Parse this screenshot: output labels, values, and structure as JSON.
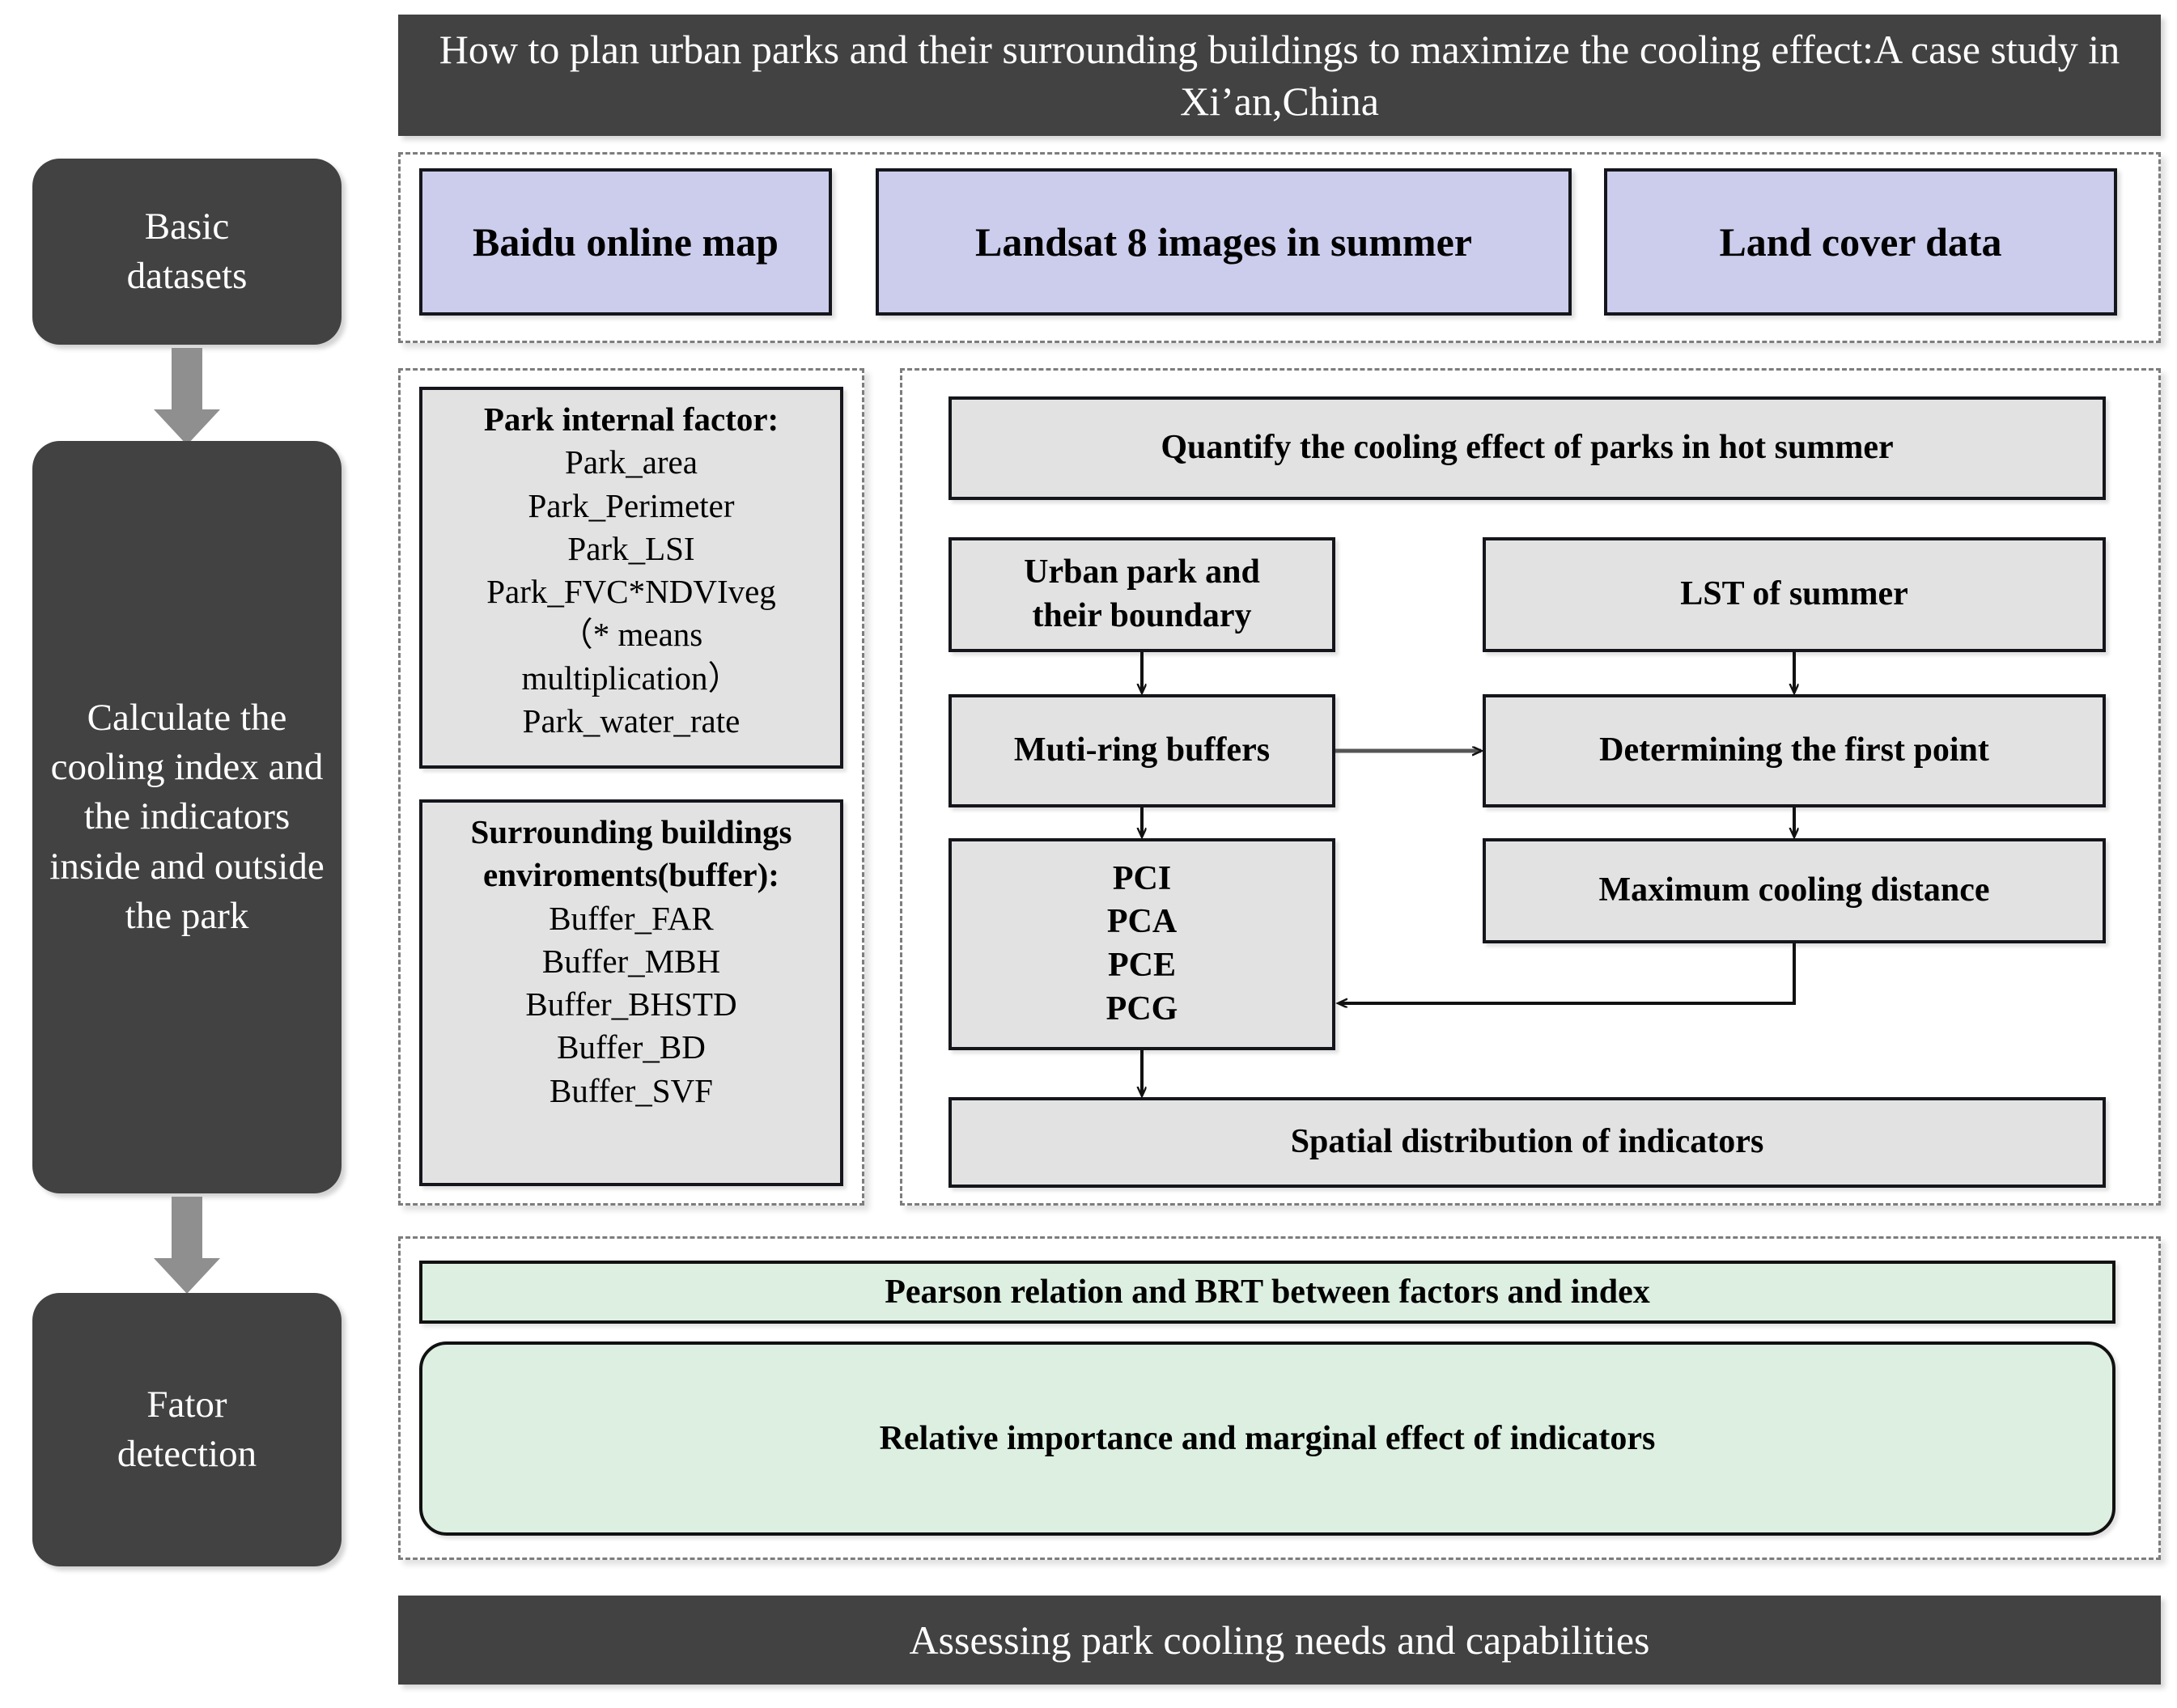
{
  "title": {
    "text": "How to plan urban parks and their surrounding buildings to maximize the cooling effect:A case study in Xi’an,China"
  },
  "footer": {
    "text": "Assessing park cooling needs and capabilities"
  },
  "stages": [
    {
      "label": "Basic\ndatasets"
    },
    {
      "label": "Calculate the cooling index and the indicators inside and outside the park"
    },
    {
      "label": "Fator\ndetection"
    }
  ],
  "datasets": {
    "items": [
      {
        "label": "Baidu online map"
      },
      {
        "label": "Landsat 8 images in summer"
      },
      {
        "label": "Land cover data"
      }
    ]
  },
  "factors": {
    "internal": {
      "header": "Park internal factor:",
      "items": [
        "Park_area",
        "Park_Perimeter",
        "Park_LSI",
        "Park_FVC*NDVIveg",
        "（* means",
        "multiplication）",
        "Park_water_rate"
      ]
    },
    "buffer": {
      "header": "Surrounding buildings enviroments(buffer):",
      "items": [
        "Buffer_FAR",
        "Buffer_MBH",
        "Buffer_BHSTD",
        "Buffer_BD",
        "Buffer_SVF"
      ]
    }
  },
  "process": {
    "quantify": "Quantify the cooling effect of parks in hot summer",
    "urban_park": "Urban park and their boundary",
    "lst": "LST of summer",
    "buffers": "Muti-ring buffers",
    "first_point": "Determining the first point",
    "indices": "PCI\nPCA\nPCE\nPCG",
    "max_distance": "Maximum cooling distance",
    "spatial": "Spatial distribution of indicators"
  },
  "detection": {
    "pearson": "Pearson relation and BRT between factors and index",
    "relative": "Relative importance and marginal effect of indicators"
  },
  "colors": {
    "dark": "#424242",
    "dataset_fill": "#ccccec",
    "node_fill": "#e2e2e2",
    "green_fill": "#dcefe1",
    "arrow_grey": "#8f8f8f",
    "border": "#15161c"
  }
}
